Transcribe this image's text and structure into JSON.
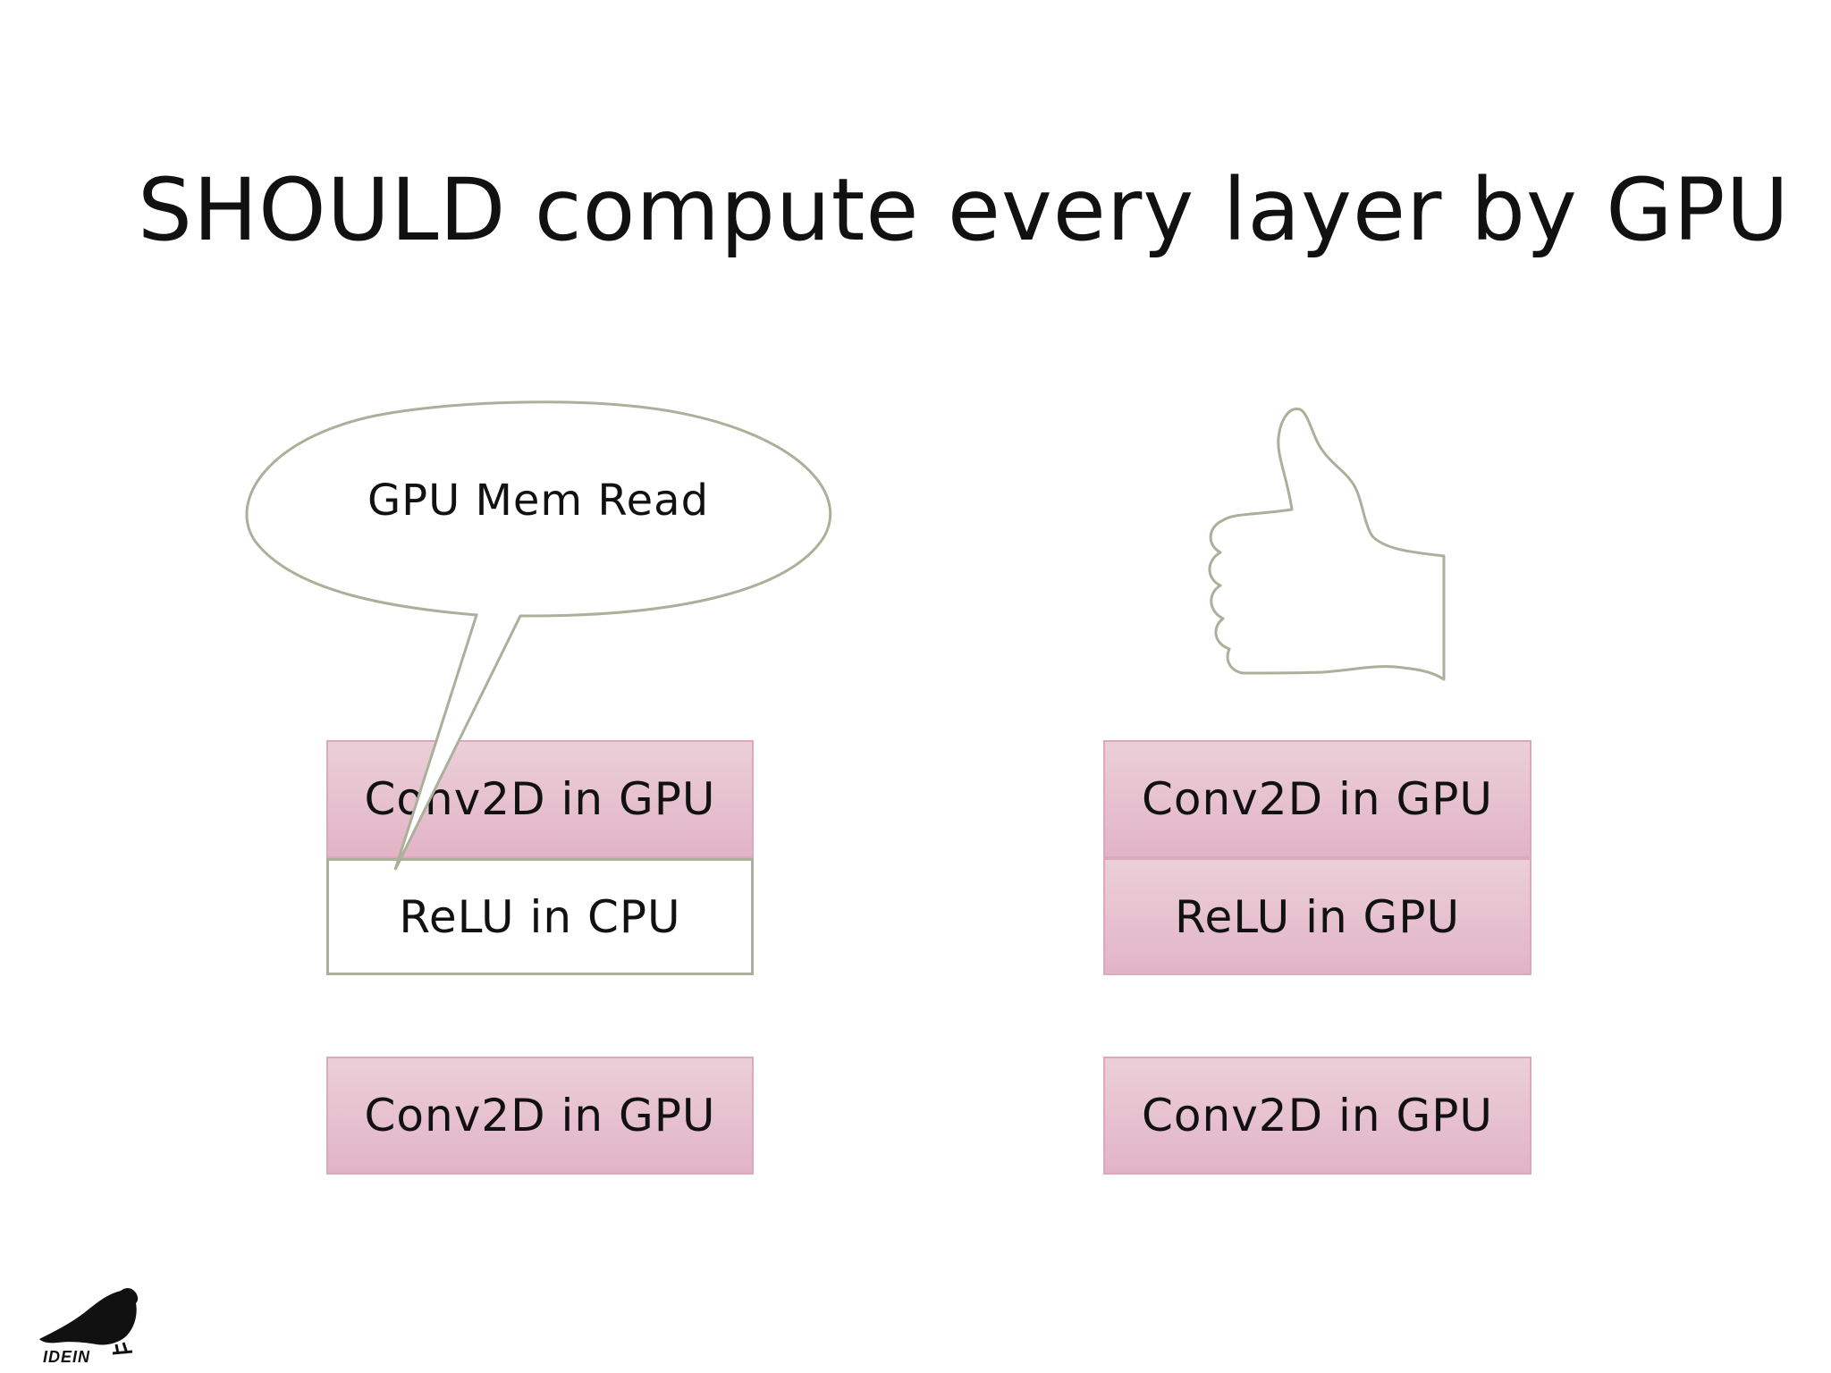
{
  "slide": {
    "title": "SHOULD compute every layer by GPU"
  },
  "left_stack": {
    "callout": "GPU Mem Read",
    "layers": [
      {
        "label": "Conv2D in GPU",
        "device": "GPU"
      },
      {
        "label": "ReLU in CPU",
        "device": "CPU"
      },
      {
        "label": "Conv2D in GPU",
        "device": "GPU"
      }
    ]
  },
  "right_stack": {
    "icon": "thumbs-up-icon",
    "layers": [
      {
        "label": "Conv2D in GPU",
        "device": "GPU"
      },
      {
        "label": "ReLU in GPU",
        "device": "GPU"
      },
      {
        "label": "Conv2D in GPU",
        "device": "GPU"
      }
    ]
  },
  "footer": {
    "logo_icon": "crow-logo-icon",
    "logo_text": "IDEIN"
  },
  "colors": {
    "gpu_fill_top": "#ebcfd8",
    "gpu_fill_bottom": "#e2b4c6",
    "gpu_border": "#dca8bb",
    "outline": "#aab09a",
    "text": "#111111"
  }
}
